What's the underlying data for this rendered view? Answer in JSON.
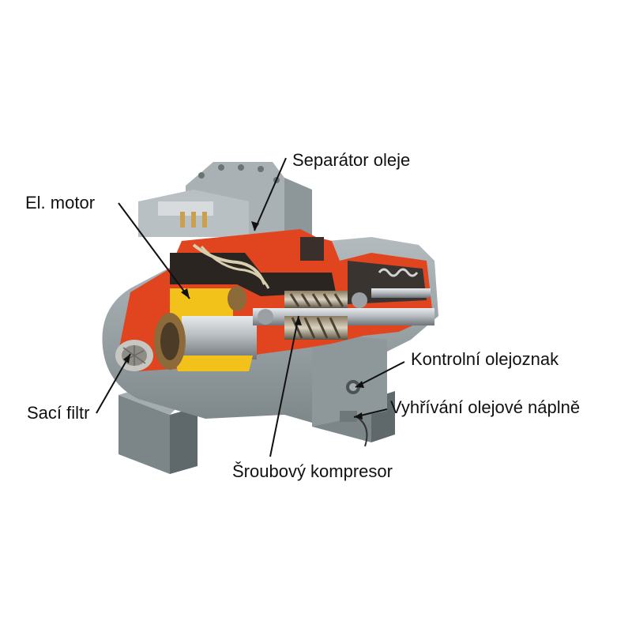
{
  "labels": {
    "oil_separator": "Separátor oleje",
    "electric_motor": "El. motor",
    "oil_sight_glass": "Kontrolní olejoznak",
    "oil_heater": "Vyhřívání olejové náplně",
    "suction_filter": "Sací filtr",
    "screw_compressor": "Šroubový kompresor"
  },
  "colors": {
    "casing_gray": "#9aa3a6",
    "cutaway_red": "#e0451f",
    "motor_yellow": "#f2c21b",
    "steel": "#c9cdd0"
  }
}
